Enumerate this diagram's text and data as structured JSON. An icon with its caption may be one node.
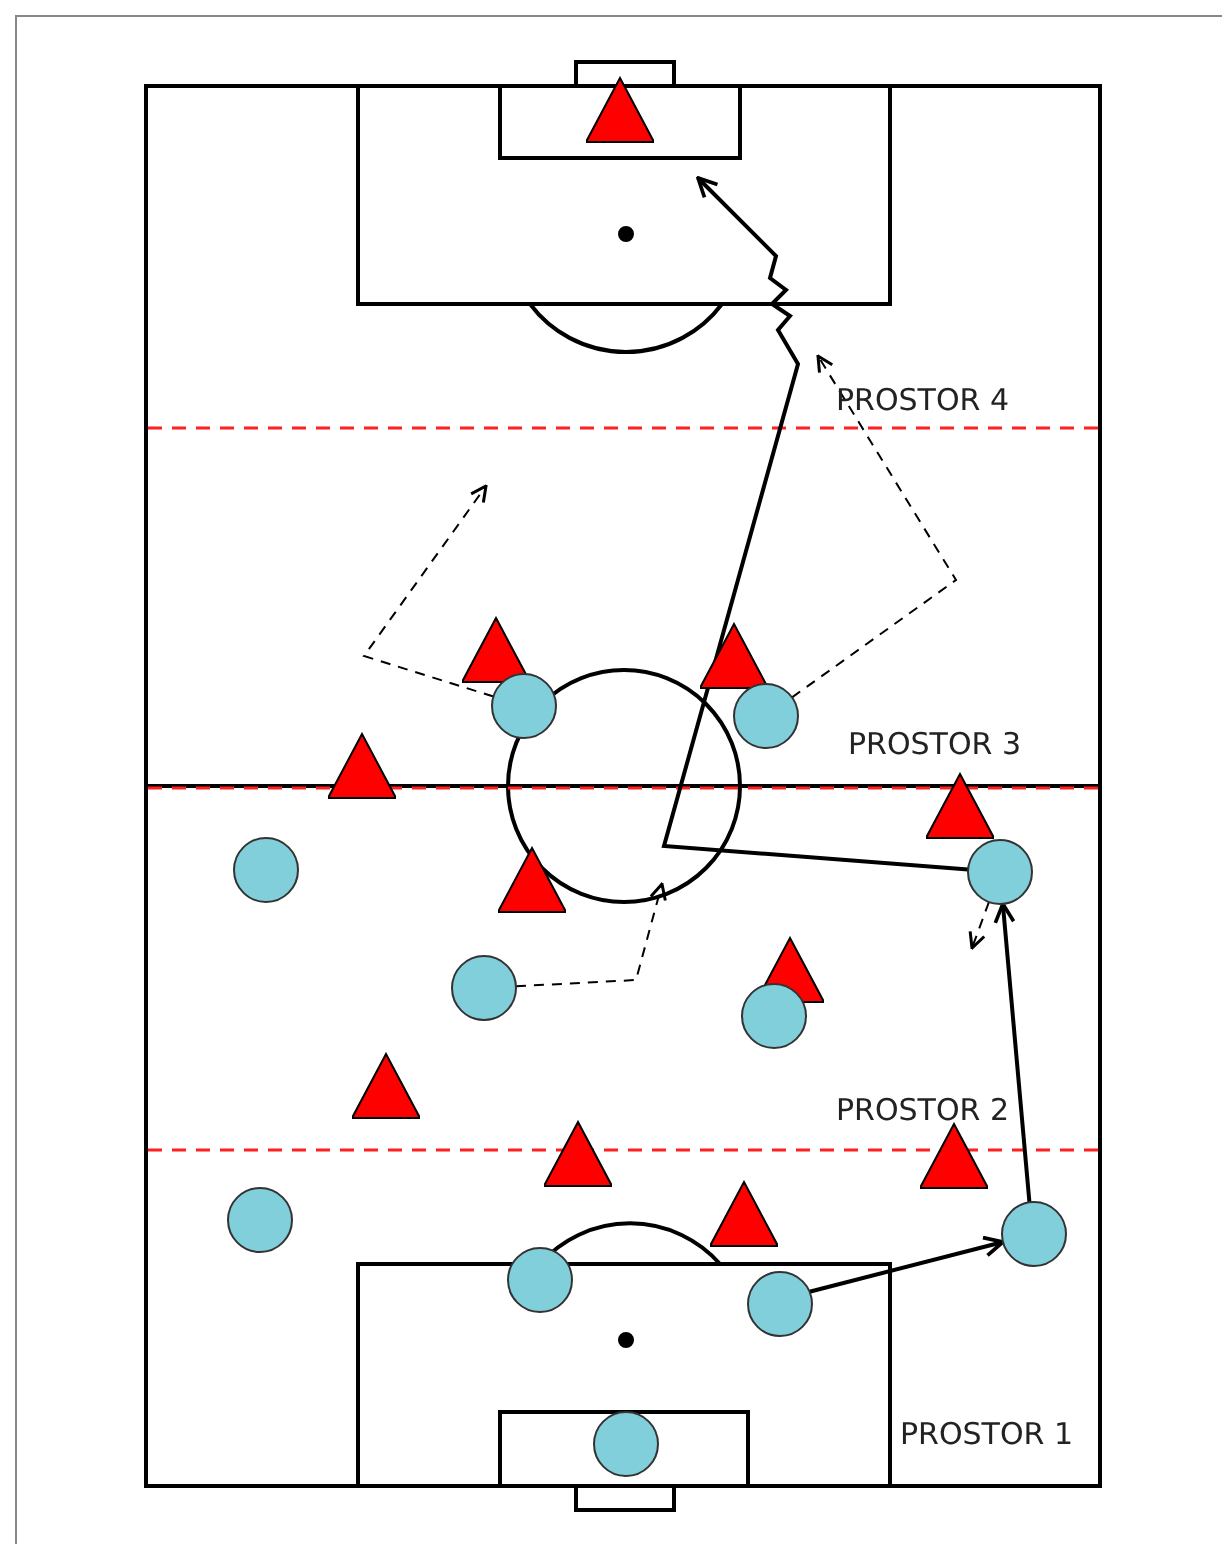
{
  "diagram": {
    "nodes": [
      {
        "text": [],
        "shape": "triangle"
      },
      {
        "text": [],
        "shape": "triangle"
      },
      {
        "text": [],
        "shape": "triangle"
      },
      {
        "text": [],
        "shape": "circle"
      },
      {
        "text": [],
        "shape": "circle"
      },
      {
        "text": [],
        "shape": "triangle"
      },
      {
        "text": [],
        "shape": "triangle"
      },
      {
        "text": [],
        "shape": "circle"
      },
      {
        "text": [],
        "shape": "circle"
      },
      {
        "text": [],
        "shape": "triangle"
      },
      {
        "text": [],
        "shape": "triangle"
      },
      {
        "text": [],
        "shape": "circle"
      },
      {
        "text": [],
        "shape": "circle"
      },
      {
        "text": [],
        "shape": "triangle"
      },
      {
        "text": [],
        "shape": "triangle"
      },
      {
        "text": [],
        "shape": "triangle"
      },
      {
        "text": [],
        "shape": "triangle"
      },
      {
        "text": [],
        "shape": "circle"
      },
      {
        "text": [],
        "shape": "circle"
      },
      {
        "text": [],
        "shape": "circle"
      },
      {
        "text": [],
        "shape": "circle"
      },
      {
        "text": [],
        "shape": "circle"
      }
    ],
    "edges": [
      {
        "from": 20,
        "to": 18,
        "arrow": "to"
      },
      {
        "from": 18,
        "to": 8,
        "arrow": "to"
      },
      {
        "from": 8,
        "to": null,
        "arrow": "to",
        "style": "dashed"
      },
      {
        "from": 8,
        "to": null,
        "arrow": "to"
      },
      {
        "from": 11,
        "to": null,
        "arrow": "to",
        "style": "dashed"
      },
      {
        "from": 4,
        "to": null,
        "arrow": "to",
        "style": "dashed"
      },
      {
        "from": 3,
        "to": null,
        "arrow": "to",
        "style": "dashed"
      }
    ],
    "labels": [
      "PROSTOR 4",
      "PROSTOR 3",
      "PROSTOR 2",
      "PROSTOR 1"
    ]
  }
}
